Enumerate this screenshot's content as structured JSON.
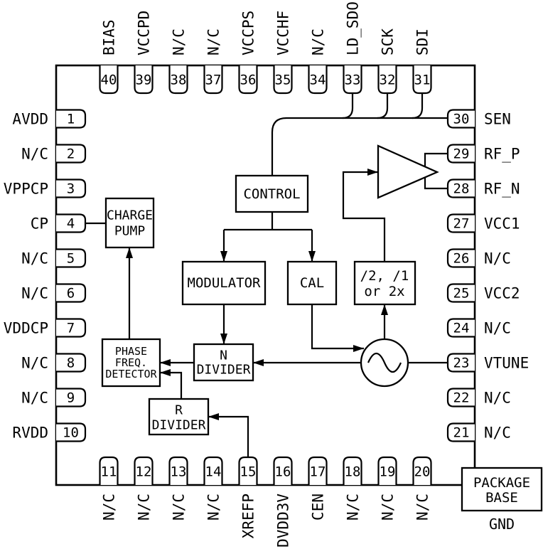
{
  "diagram": {
    "title_semantic": "ic-functional-block-diagram",
    "colors": {
      "line": "#000000",
      "background": "#ffffff"
    },
    "symbols": {
      "vco": "sine-oscillator-icon",
      "rf_buffer": "amplifier-triangle-icon"
    },
    "pins": {
      "top": [
        {
          "num": "40",
          "label": "BIAS"
        },
        {
          "num": "39",
          "label": "VCCPD"
        },
        {
          "num": "38",
          "label": "N/C"
        },
        {
          "num": "37",
          "label": "N/C"
        },
        {
          "num": "36",
          "label": "VCCPS"
        },
        {
          "num": "35",
          "label": "VCCHF"
        },
        {
          "num": "34",
          "label": "N/C"
        },
        {
          "num": "33",
          "label": "LD_SDO"
        },
        {
          "num": "32",
          "label": "SCK"
        },
        {
          "num": "31",
          "label": "SDI"
        }
      ],
      "left": [
        {
          "num": "1",
          "label": "AVDD"
        },
        {
          "num": "2",
          "label": "N/C"
        },
        {
          "num": "3",
          "label": "VPPCP"
        },
        {
          "num": "4",
          "label": "CP"
        },
        {
          "num": "5",
          "label": "N/C"
        },
        {
          "num": "6",
          "label": "N/C"
        },
        {
          "num": "7",
          "label": "VDDCP"
        },
        {
          "num": "8",
          "label": "N/C"
        },
        {
          "num": "9",
          "label": "N/C"
        },
        {
          "num": "10",
          "label": "RVDD"
        }
      ],
      "right": [
        {
          "num": "30",
          "label": "SEN"
        },
        {
          "num": "29",
          "label": "RF_P"
        },
        {
          "num": "28",
          "label": "RF_N"
        },
        {
          "num": "27",
          "label": "VCC1"
        },
        {
          "num": "26",
          "label": "N/C"
        },
        {
          "num": "25",
          "label": "VCC2"
        },
        {
          "num": "24",
          "label": "N/C"
        },
        {
          "num": "23",
          "label": "VTUNE"
        },
        {
          "num": "22",
          "label": "N/C"
        },
        {
          "num": "21",
          "label": "N/C"
        }
      ],
      "bottom": [
        {
          "num": "11",
          "label": "N/C"
        },
        {
          "num": "12",
          "label": "N/C"
        },
        {
          "num": "13",
          "label": "N/C"
        },
        {
          "num": "14",
          "label": "N/C"
        },
        {
          "num": "15",
          "label": "XREFP"
        },
        {
          "num": "16",
          "label": "DVDD3V"
        },
        {
          "num": "17",
          "label": "CEN"
        },
        {
          "num": "18",
          "label": "N/C"
        },
        {
          "num": "19",
          "label": "N/C"
        },
        {
          "num": "20",
          "label": "N/C"
        }
      ]
    },
    "blocks": {
      "control": {
        "lines": [
          "CONTROL"
        ]
      },
      "charge_pump": {
        "lines": [
          "CHARGE",
          "PUMP"
        ]
      },
      "modulator": {
        "lines": [
          "MODULATOR"
        ]
      },
      "cal": {
        "lines": [
          "CAL"
        ]
      },
      "divider_mux": {
        "lines": [
          "/2, /1",
          "or 2x"
        ]
      },
      "n_divider": {
        "lines": [
          "N",
          "DIVIDER"
        ]
      },
      "pfd": {
        "lines": [
          "PHASE",
          "FREQ.",
          "DETECTOR"
        ]
      },
      "r_divider": {
        "lines": [
          "R",
          "DIVIDER"
        ]
      }
    },
    "package_base": {
      "lines": [
        "PACKAGE",
        "BASE"
      ],
      "ground_label": "GND"
    }
  }
}
